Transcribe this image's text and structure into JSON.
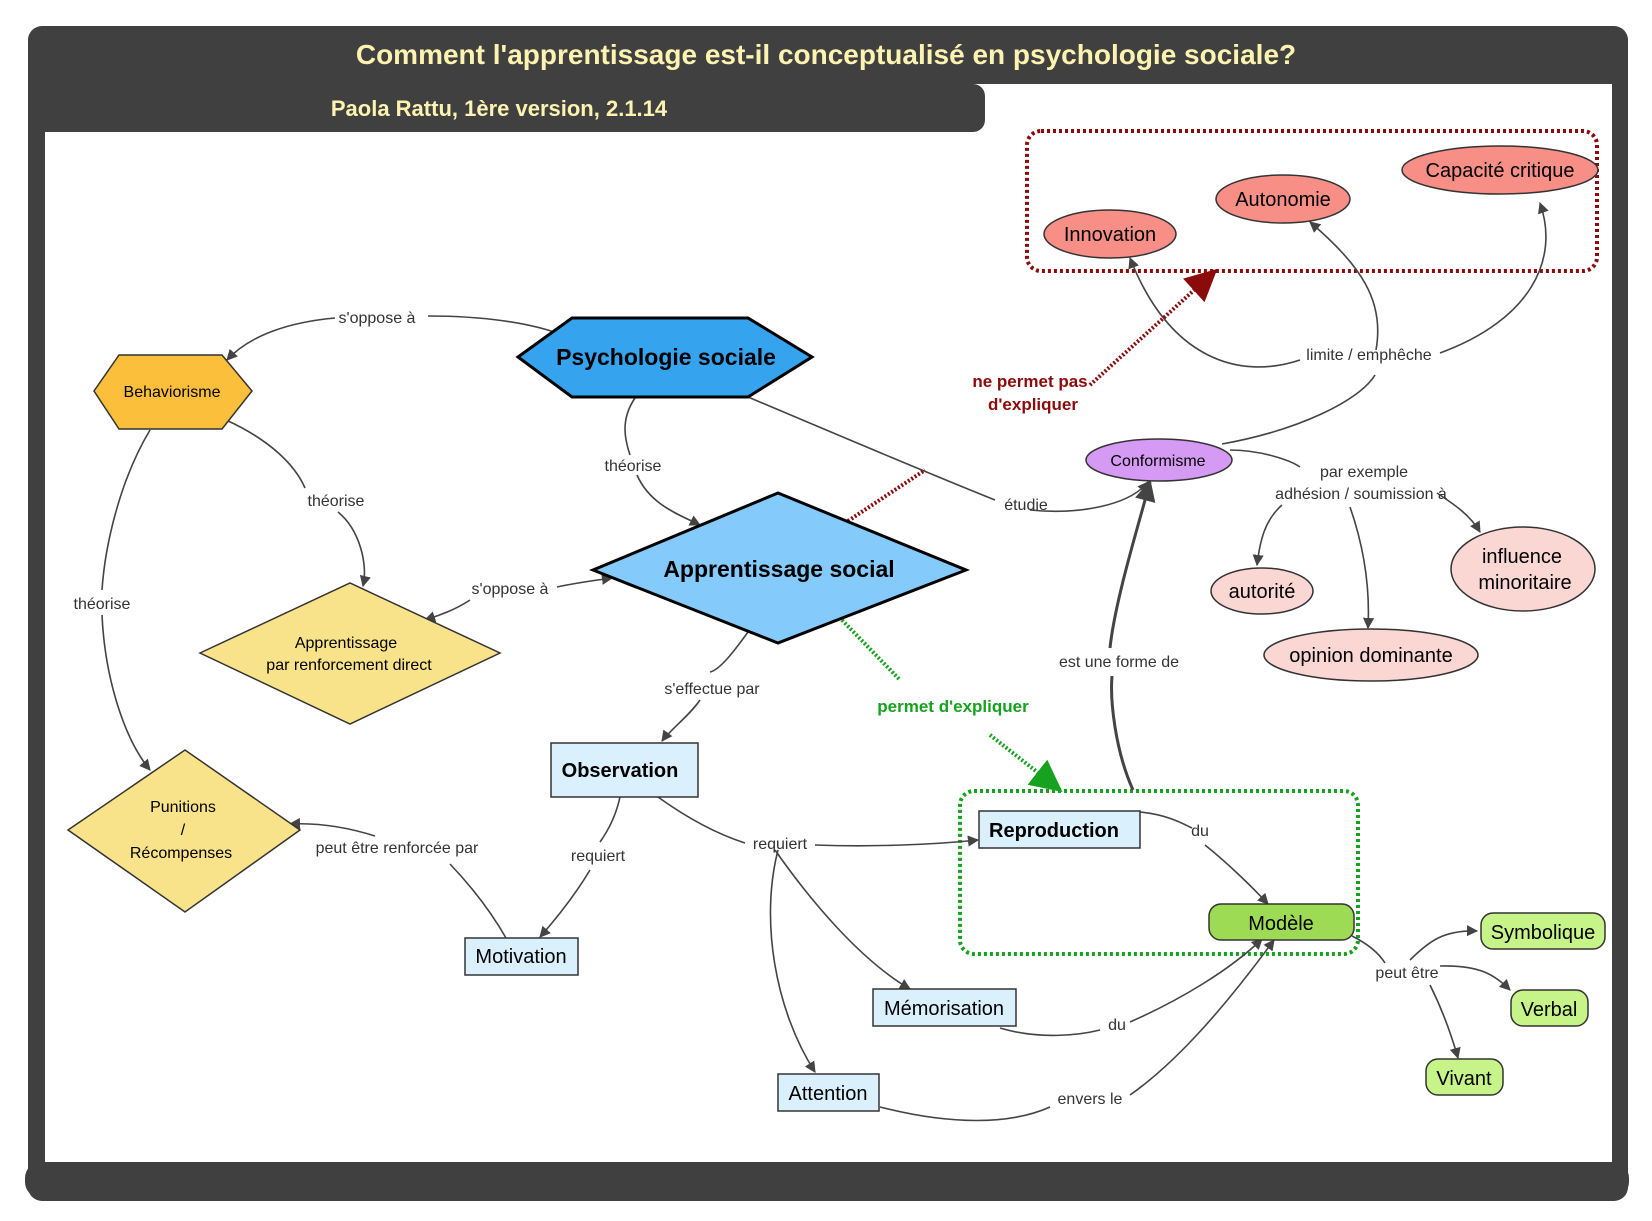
{
  "title": "Comment l'apprentissage est-il conceptualisé en psychologie sociale?",
  "subtitle": "Paola Rattu, 1ère version, 2.1.14",
  "colors": {
    "frame": "#404040",
    "title_text": "#fdf3b0",
    "hex_main": "#36a3ee",
    "diamond_main": "#84cbfb",
    "behaviorism": "#fbbf3c",
    "yellow_diamond": "#f9e38a",
    "box_blue": "#daf0fd",
    "purple": "#d59af3",
    "red_ellipse": "#f78f86",
    "pink_ellipse": "#fbd7d4",
    "green_dark": "#9edb54",
    "green_light": "#c7f489",
    "red_dotted": "#8b0a0a",
    "green_dotted": "#16a11e"
  },
  "nodes": {
    "psychologie_sociale": "Psychologie sociale",
    "apprentissage_social": "Apprentissage social",
    "behaviorisme": "Behaviorisme",
    "apprentissage_renforcement_1": "Apprentissage",
    "apprentissage_renforcement_2": "par renforcement direct",
    "punitions_1": "Punitions",
    "punitions_2": "/",
    "punitions_3": "Récompenses",
    "observation": "Observation",
    "motivation": "Motivation",
    "memorisation": "Mémorisation",
    "attention": "Attention",
    "reproduction": "Reproduction",
    "modele": "Modèle",
    "conformisme": "Conformisme",
    "innovation": "Innovation",
    "autonomie": "Autonomie",
    "capacite_critique": "Capacité critique",
    "autorite": "autorité",
    "influence_minoritaire_1": "influence",
    "influence_minoritaire_2": "minoritaire",
    "opinion_dominante": "opinion dominante",
    "symbolique": "Symbolique",
    "verbal": "Verbal",
    "vivant": "Vivant"
  },
  "links": {
    "s_oppose_a_top": "s'oppose à",
    "theorise_psy": "théorise",
    "theorise_behav_right": "théorise",
    "theorise_behav_left": "théorise",
    "s_oppose_a_mid": "s'oppose à",
    "etudie": "étudie",
    "ne_permet_pas_1": "ne permet pas",
    "ne_permet_pas_2": "d'expliquer",
    "permet_expliquer": "permet d'expliquer",
    "s_effectue_par": "s'effectue par",
    "requiert_left": "requiert",
    "requiert_mid": "requiert",
    "peut_etre_renforcee": "peut être renforcée par",
    "est_une_forme_de": "est une forme de",
    "du_top": "du",
    "du_bottom": "du",
    "envers_le": "envers le",
    "limite_empeche": "limite / emphêche",
    "par_exemple_1": "par exemple",
    "par_exemple_2": "adhésion / soumission à",
    "peut_etre": "peut être"
  }
}
